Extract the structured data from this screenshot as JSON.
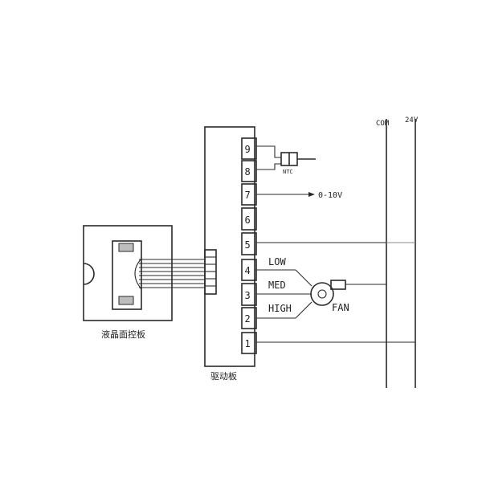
{
  "diagram": {
    "rails": {
      "left_label": "COM",
      "right_label": "24V"
    },
    "terminals": [
      {
        "num": "9"
      },
      {
        "num": "8"
      },
      {
        "num": "7"
      },
      {
        "num": "6"
      },
      {
        "num": "5"
      },
      {
        "num": "4"
      },
      {
        "num": "3"
      },
      {
        "num": "2"
      },
      {
        "num": "1"
      }
    ],
    "labels": {
      "ntc": "NTC",
      "signal": "0-10V",
      "low": "LOW",
      "med": "MED",
      "high": "HIGH",
      "fan": "FAN"
    },
    "captions": {
      "panel": "液晶面控板",
      "board": "驱动板"
    }
  }
}
